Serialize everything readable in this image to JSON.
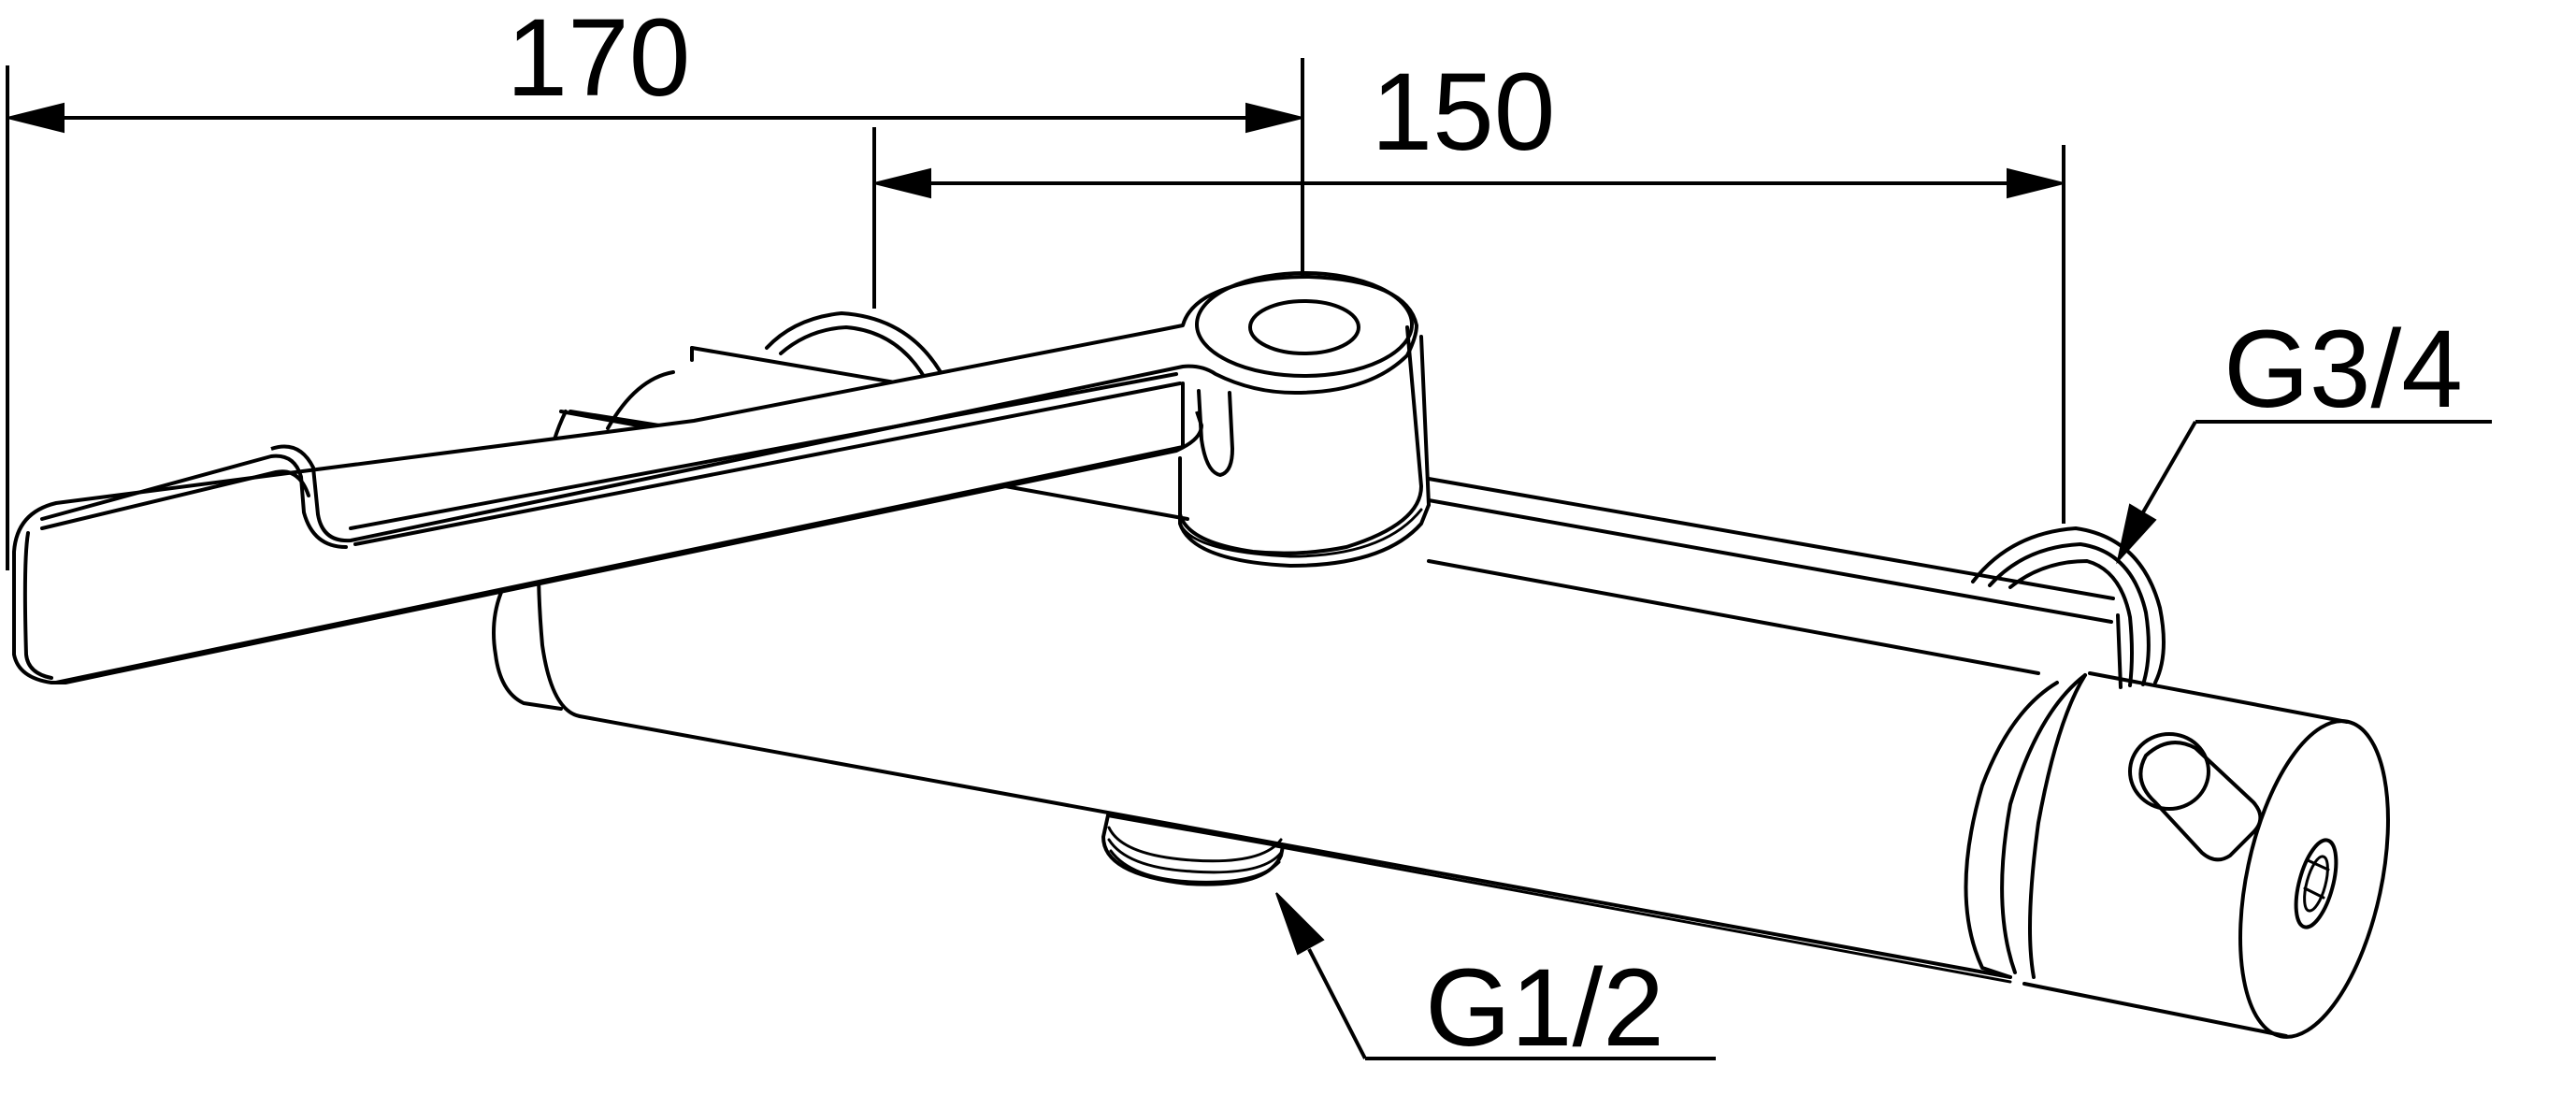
{
  "dimensions": {
    "overall_width": "170",
    "centers_distance": "150"
  },
  "threads": {
    "inlet": "G3/4",
    "outlet": "G1/2"
  },
  "colors": {
    "line": "#000000",
    "background": "#ffffff"
  }
}
